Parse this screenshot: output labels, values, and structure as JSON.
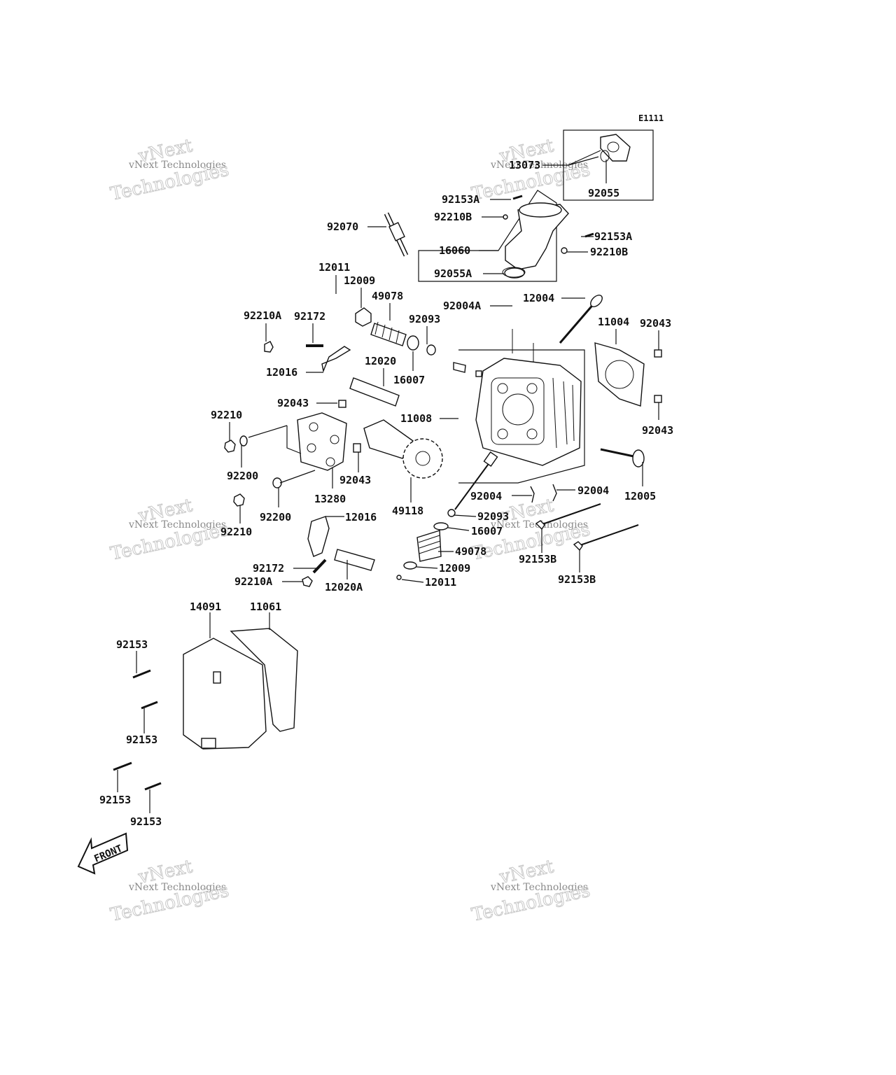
{
  "diagram_code": "E1111",
  "front_label": "FRONT",
  "watermark": {
    "small": "vNext Technologies",
    "line1": "vNext",
    "line2": "Technologies"
  },
  "callouts": [
    "12011",
    "12009",
    "49078",
    "92093",
    "92210A",
    "92172",
    "12016",
    "12020",
    "16007",
    "92043",
    "92210",
    "92200",
    "13280",
    "92043",
    "49118",
    "92200",
    "92210",
    "12016",
    "92172",
    "92210A",
    "12020A",
    "92070",
    "92153A",
    "92210B",
    "16060",
    "92055A",
    "13073",
    "92055",
    "92153A",
    "92210B",
    "92004A",
    "12004",
    "11004",
    "92043",
    "11008",
    "92043",
    "12005",
    "92004",
    "92004",
    "92093",
    "16007",
    "49078",
    "12009",
    "12011",
    "92153B",
    "92153B",
    "14091",
    "11061",
    "92153",
    "92153",
    "92153",
    "92153"
  ]
}
